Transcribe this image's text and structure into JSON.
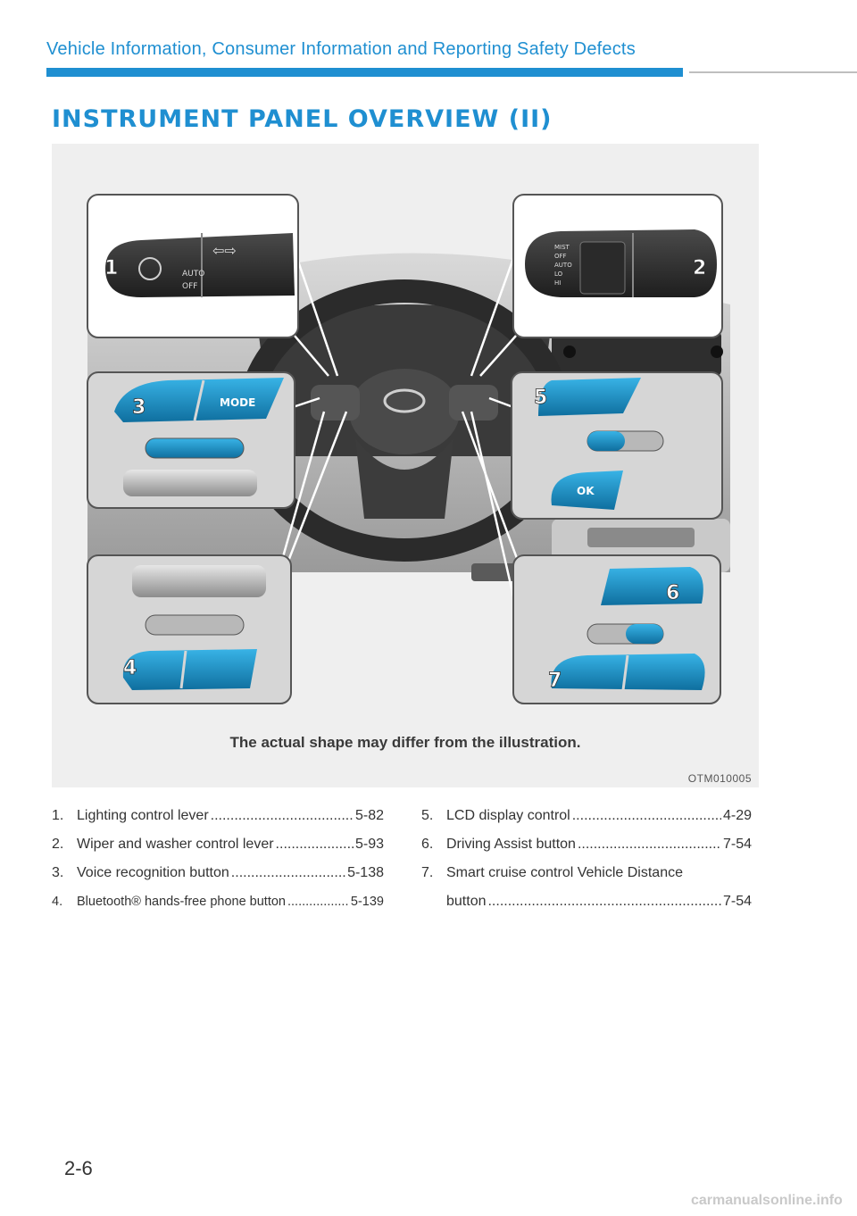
{
  "header": {
    "title": "Vehicle Information, Consumer Information and Reporting Safety Defects"
  },
  "section": {
    "title": "INSTRUMENT PANEL OVERVIEW (II)"
  },
  "figure": {
    "caption": "The actual shape may differ from the illustration.",
    "code": "OTM010005",
    "callouts": [
      "1",
      "2",
      "3",
      "4",
      "5",
      "6",
      "7"
    ],
    "button_labels": {
      "mode": "MODE",
      "ok": "OK"
    },
    "wiper_labels": [
      "MIST",
      "OFF",
      "AUTO",
      "LO",
      "HI"
    ],
    "light_labels": [
      "AUTO",
      "OFF"
    ]
  },
  "items_left": [
    {
      "num": "1.",
      "label": "Lighting control lever",
      "page": "5-82"
    },
    {
      "num": "2.",
      "label": "Wiper and washer control lever",
      "page": "5-93"
    },
    {
      "num": "3.",
      "label": "Voice recognition button",
      "page": "5-138"
    },
    {
      "num": "4.",
      "label": "Bluetooth® hands-free phone button",
      "page": "5-139"
    }
  ],
  "items_right": [
    {
      "num": "5.",
      "label": "LCD display control",
      "page": "4-29"
    },
    {
      "num": "6.",
      "label": "Driving Assist button",
      "page": "7-54"
    },
    {
      "num": "7.",
      "label": "Smart cruise control Vehicle Distance",
      "label2": "button",
      "page": "7-54"
    }
  ],
  "page_number": "2-6",
  "watermark": "carmanualsonline.info",
  "colors": {
    "accent": "#1f8fd1",
    "button_blue": "#1a8fc4"
  }
}
